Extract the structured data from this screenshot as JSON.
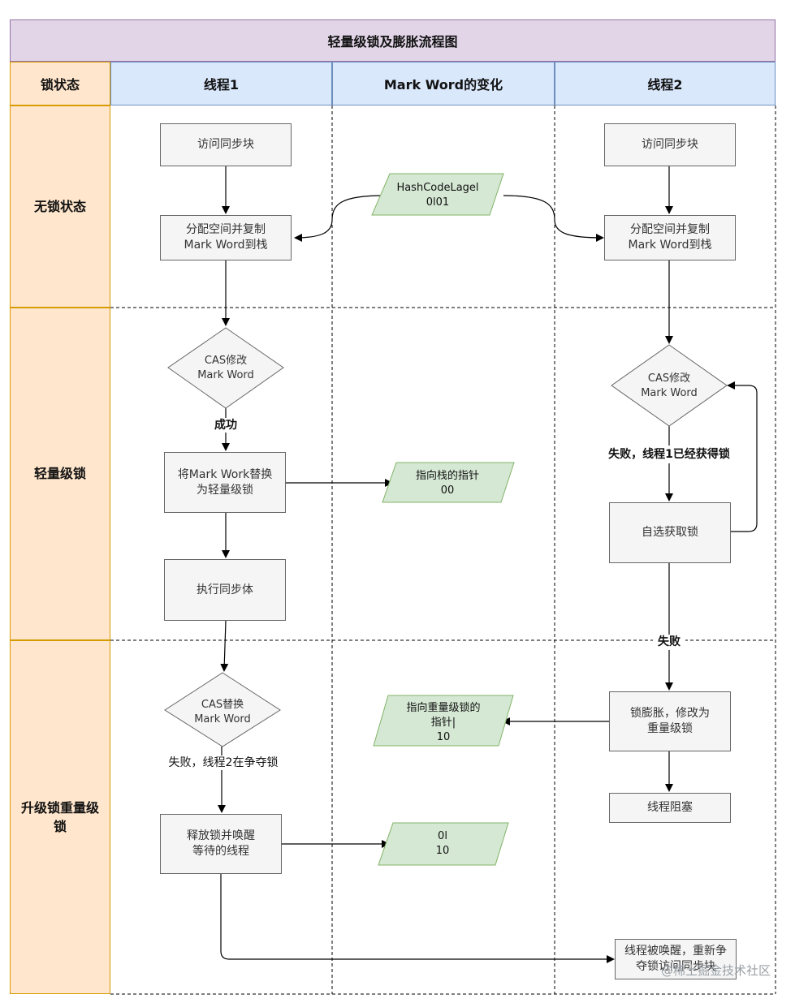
{
  "title": "轻量级锁及膨胀流程图",
  "headers": {
    "lock_state": "锁状态",
    "thread1": "线程1",
    "markword": "Mark Word的变化",
    "thread2": "线程2"
  },
  "states": {
    "no_lock": "无锁状态",
    "lightweight": "轻量级锁",
    "upgrade": "升级锁重量级锁"
  },
  "thread1": {
    "access_sync": "访问同步块",
    "alloc": [
      "分配空间并复制",
      "Mark Word到栈"
    ],
    "cas_modify": [
      "CAS修改",
      "Mark Word"
    ],
    "success": "成功",
    "replace": [
      "将Mark Work替换",
      "为轻量级锁"
    ],
    "exec": "执行同步体",
    "cas_replace": [
      "CAS替换",
      "Mark Word"
    ],
    "fail_contend": "失败，线程2在争夺锁",
    "release": [
      "释放锁并唤醒",
      "等待的线程"
    ]
  },
  "markword": {
    "hashcode": [
      "HashCodeLagel",
      "0l01"
    ],
    "stack_ptr": [
      "指向栈的指针",
      "00"
    ],
    "heavy_ptr": [
      "指向重量级锁的",
      "指针|",
      "10"
    ],
    "released": [
      "0l",
      "10"
    ]
  },
  "thread2": {
    "access_sync": "访问同步块",
    "alloc": [
      "分配空间并复制",
      "Mark Word到栈"
    ],
    "cas_modify": [
      "CAS修改",
      "Mark Word"
    ],
    "fail_acquired": "失败，线程1已经获得锁",
    "spin": "自选获取锁",
    "fail": "失败",
    "inflate": [
      "锁膨胀，修改为",
      "重量级锁"
    ],
    "block": "线程阻塞",
    "woken": [
      "线程被唤醒，重新争",
      "夺锁访问同步块"
    ]
  },
  "watermark": "@稀土掘金技术社区",
  "colors": {
    "title_fill": "#e1d5e7",
    "header_fill": "#dae8fc",
    "state_fill": "#ffe6cc",
    "box_fill": "#f5f5f5",
    "data_fill": "#d5e8d4",
    "data_stroke": "#82b366"
  }
}
